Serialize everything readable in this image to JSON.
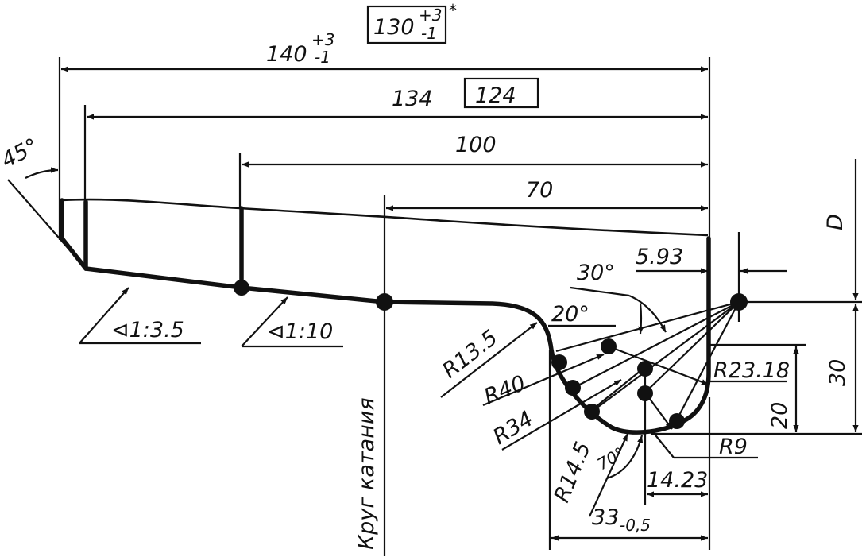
{
  "labels": {
    "dim_130": "130",
    "dim_130_tol_upper": "+3",
    "dim_130_tol_lower": "-1",
    "dim_130_star": "*",
    "dim_140": "140",
    "dim_140_tol_upper": "+3",
    "dim_140_tol_lower": "-1",
    "dim_134": "134",
    "dim_124": "124",
    "dim_100": "100",
    "dim_70": "70",
    "angle_45": "45°",
    "taper_1": "⊲1:3.5",
    "taper_2": "⊲1:10",
    "rolling_circle": "Круг катания",
    "dim_D": "D",
    "angle_30": "30°",
    "dim_5_93": "5.93",
    "angle_20": "20°",
    "r_13_5": "R13.5",
    "r_40": "R40",
    "r_34": "R34",
    "r_23_18": "R23.18",
    "dim_30": "30",
    "dim_20": "20",
    "r_9": "R9",
    "r_14_5": "R14.5",
    "angle_70": "70°",
    "dim_14_23": "14.23",
    "dim_33": "33",
    "dim_33_tol": "-0,5"
  }
}
